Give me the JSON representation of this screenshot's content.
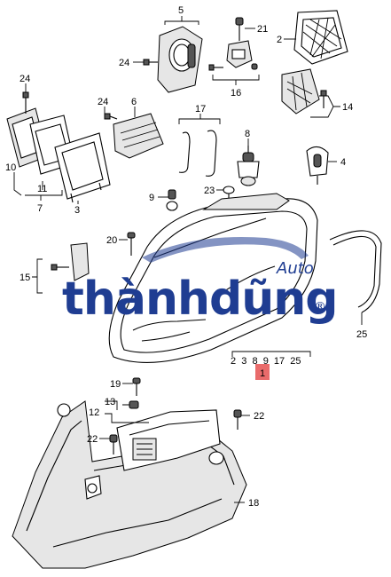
{
  "diagram": {
    "labels": {
      "l1": "1",
      "l2a": "2",
      "l3": "3",
      "l4": "4",
      "l5": "5",
      "l6": "6",
      "l7": "7",
      "l8": "8",
      "l9": "9",
      "l10": "10",
      "l11": "11",
      "l12": "12",
      "l13": "13",
      "l14": "14",
      "l15": "15",
      "l16": "16",
      "l17": "17",
      "l18": "18",
      "l19": "19",
      "l20": "20",
      "l21": "21",
      "l22a": "22",
      "l22b": "22",
      "l23": "23",
      "l24a": "24",
      "l24b": "24",
      "l25": "25"
    },
    "assembly_list": "2  3  8  9  17  25",
    "highlight_color": "#e96b6b"
  },
  "watermark": {
    "brand": "thànhdũng",
    "sub": "Auto",
    "reg": "®",
    "color": "#1f3d92"
  }
}
